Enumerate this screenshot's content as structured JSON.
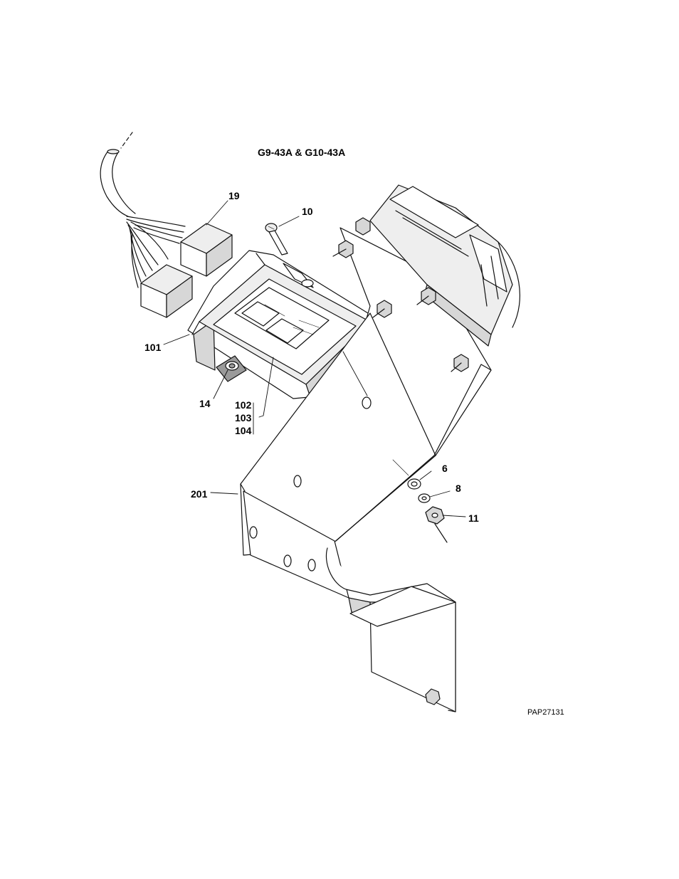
{
  "title": "G9-43A & G10-43A",
  "drawing_id": "PAP27131",
  "callouts": {
    "c19": "19",
    "c10": "10",
    "c101": "101",
    "c14": "14",
    "c102": "102",
    "c103": "103",
    "c104": "104",
    "c201": "201",
    "c6": "6",
    "c8": "8",
    "c11": "11"
  }
}
